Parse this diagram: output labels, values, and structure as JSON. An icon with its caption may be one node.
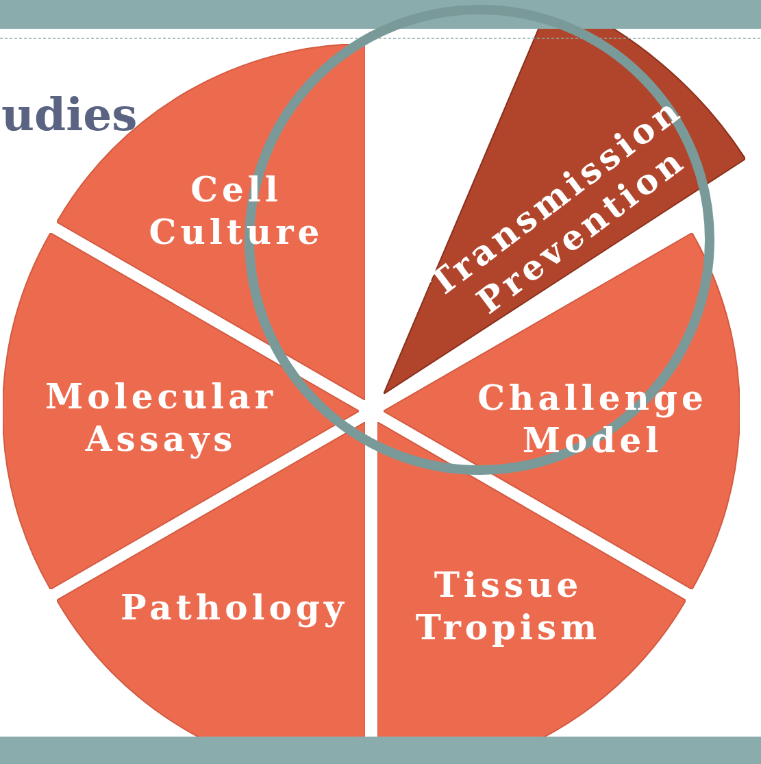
{
  "diagram": {
    "title": "udies",
    "nodes": [
      {
        "text": [
          "Cell Culture"
        ]
      },
      {
        "text": [
          "Transmission Prevention"
        ]
      },
      {
        "text": [
          "Molecular Assays"
        ]
      },
      {
        "text": [
          "Challenge Model"
        ]
      },
      {
        "text": [
          "Pathology"
        ]
      },
      {
        "text": [
          "Tissue Tropism"
        ]
      }
    ],
    "edges": []
  }
}
